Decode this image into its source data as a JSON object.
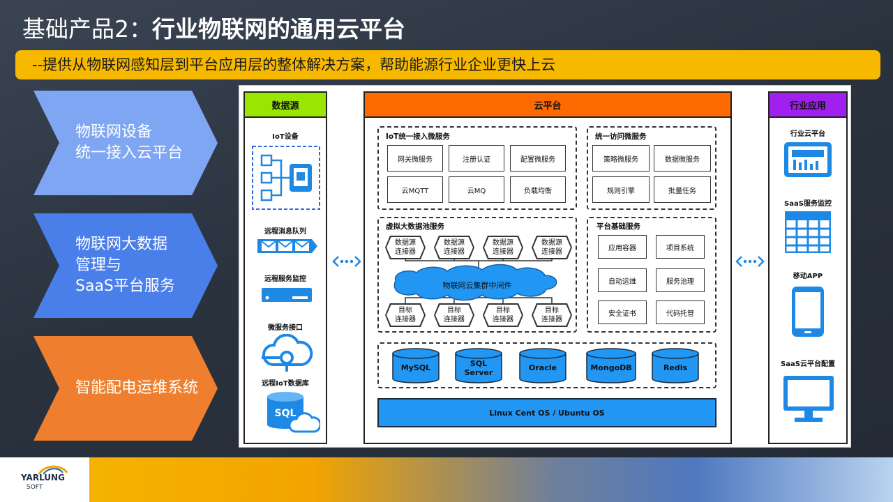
{
  "title": {
    "prefix": "基础产品2：",
    "bold": "行业物联网的通用云平台"
  },
  "subtitle": "--提供从物联网感知层到平台应用层的整体解决方案，帮助能源行业企业更快上云",
  "left_chevrons": [
    {
      "line1": "物联网设备",
      "line2": "统一接入云平台",
      "line3": "",
      "color": "#7fa6f2"
    },
    {
      "line1": "物联网大数据",
      "line2": "管理与",
      "line3": "SaaS平台服务",
      "color": "#4a7ee8"
    },
    {
      "line1": "智能配电运维系统",
      "line2": "",
      "line3": "",
      "color": "#ef7f2e"
    }
  ],
  "diagram": {
    "datasource": {
      "header": "数据源",
      "header_color": "#99e600",
      "items": [
        "IoT设备",
        "远程消息队列",
        "远程服务监控",
        "微服务接口",
        "远程IoT数据库"
      ]
    },
    "cloud": {
      "header": "云平台",
      "header_color": "#ff6a00",
      "iot_access": {
        "title": "IoT统一接入微服务",
        "services": [
          "网关微服务",
          "注册认证",
          "配置微服务",
          "云MQTT",
          "云MQ",
          "负载均衡"
        ]
      },
      "unified_access": {
        "title": "统一访问微服务",
        "services": [
          "策略微服务",
          "数据微服务",
          "规则引擎",
          "批量任务"
        ]
      },
      "bigdata": {
        "title": "虚拟大数据池服务",
        "source_connector": "数据源\n连接器",
        "target_connector": "目标\n连接器",
        "middleware": "物联网云集群中间件"
      },
      "platform_base": {
        "title": "平台基础服务",
        "services": [
          "应用容器",
          "项目系统",
          "自动运维",
          "服务治理",
          "安全证书",
          "代码托管"
        ]
      },
      "databases": [
        "MySQL",
        "SQL\nServer",
        "Oracle",
        "MongoDB",
        "Redis"
      ],
      "os": "Linux Cent OS / Ubuntu OS"
    },
    "apps": {
      "header": "行业应用",
      "header_color": "#a020f0",
      "items": [
        "行业云平台",
        "SaaS服务监控",
        "移动APP",
        "SaaS云平台配置"
      ]
    }
  },
  "logo": {
    "main": "YARLUNG",
    "sub": "SOFT"
  },
  "colors": {
    "accent_blue": "#2196f3",
    "subtitle_yellow": "#f7b800"
  }
}
